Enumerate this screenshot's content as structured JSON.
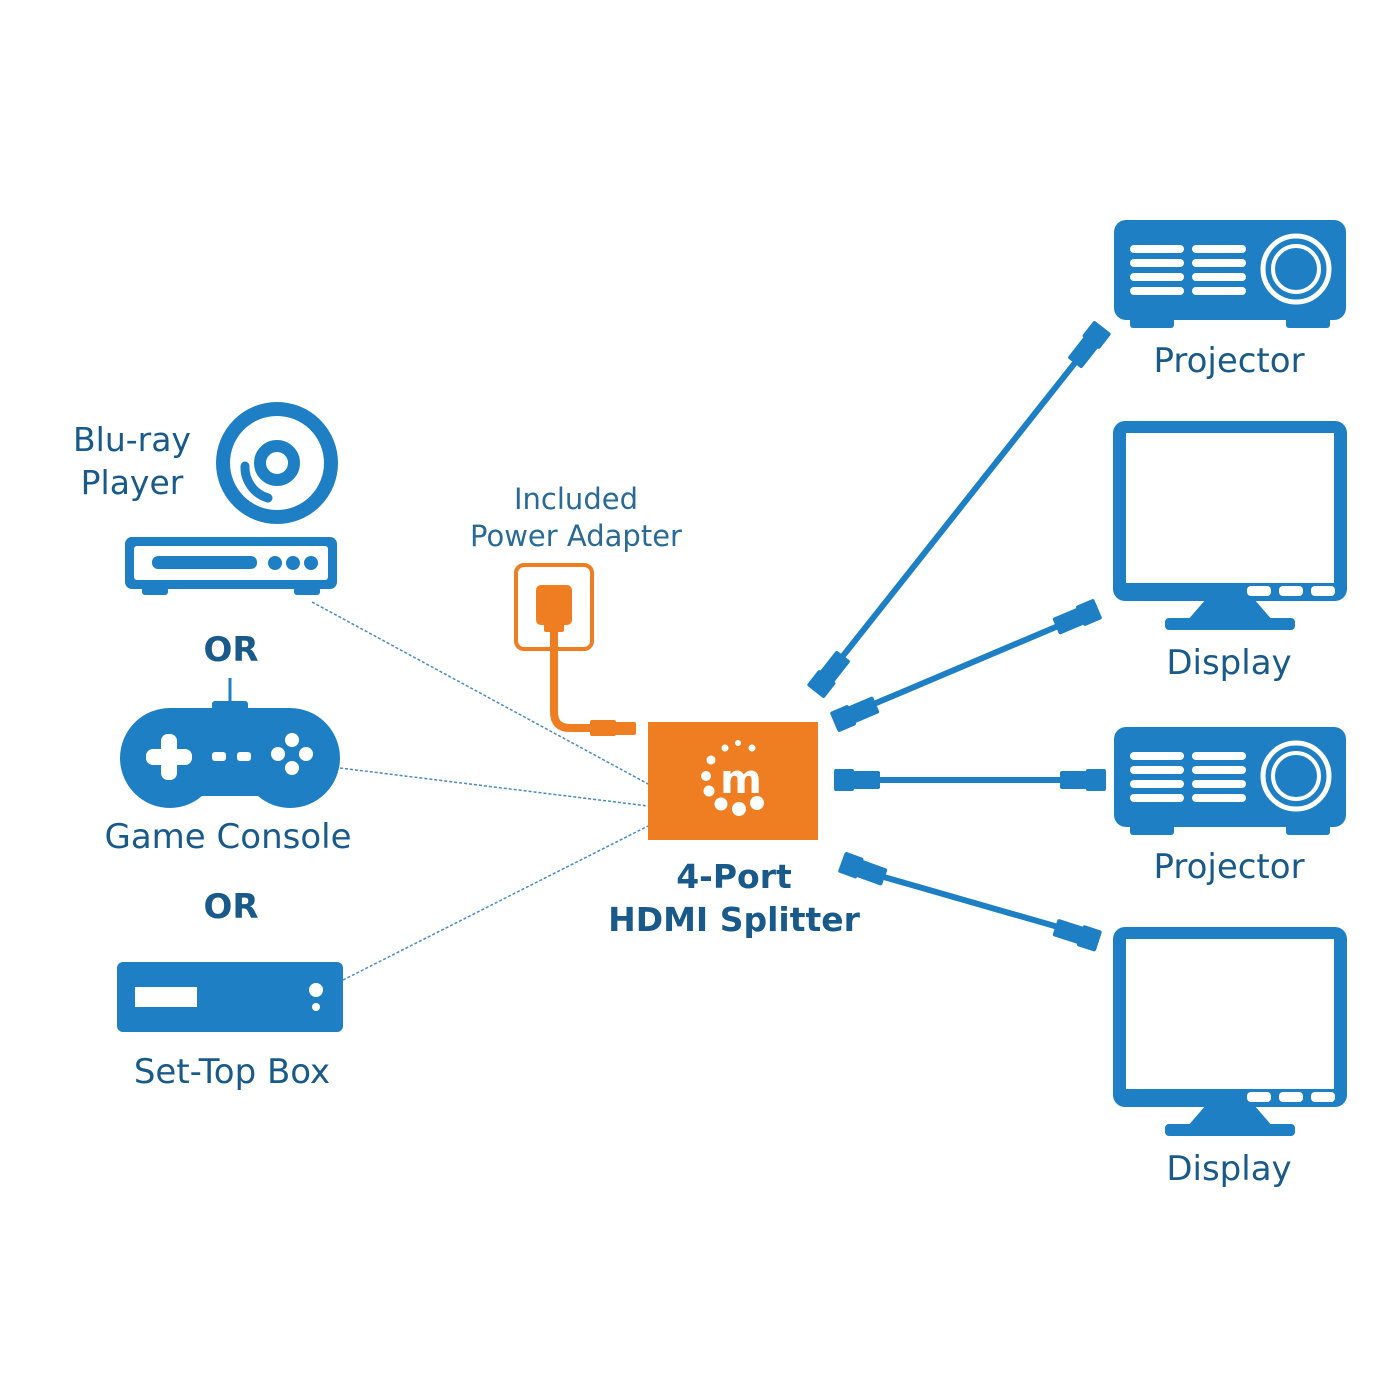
{
  "colors": {
    "device_blue": "#1f7fc4",
    "text_blue": "#1a5a8a",
    "splitter_orange": "#ef7d22",
    "dotted_line": "#4a8ac0",
    "background": "#ffffff"
  },
  "sources": {
    "bluray": {
      "label_line1": "Blu-ray",
      "label_line2": "Player",
      "icon": "bluray-player-icon"
    },
    "separator1": "OR",
    "game_console": {
      "label": "Game Console",
      "icon": "gamepad-icon"
    },
    "separator2": "OR",
    "settop_box": {
      "label": "Set-Top Box",
      "icon": "settop-box-icon"
    }
  },
  "power": {
    "label_line1": "Included",
    "label_line2": "Power Adapter",
    "icon": "power-adapter-icon"
  },
  "splitter": {
    "label_line1": "4-Port",
    "label_line2": "HDMI Splitter",
    "logo": "manhattan-m-logo"
  },
  "outputs": [
    {
      "label": "Projector",
      "icon": "projector-icon"
    },
    {
      "label": "Display",
      "icon": "monitor-icon"
    },
    {
      "label": "Projector",
      "icon": "projector-icon"
    },
    {
      "label": "Display",
      "icon": "monitor-icon"
    }
  ]
}
